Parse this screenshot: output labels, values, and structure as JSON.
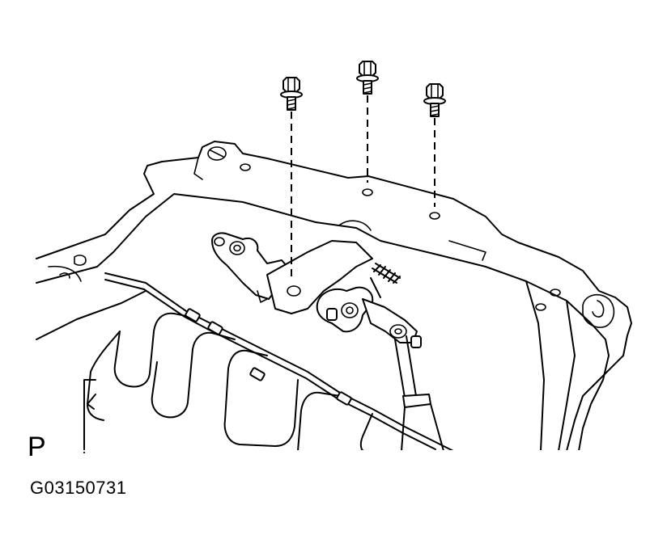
{
  "diagram": {
    "view_label": "P",
    "figure_code": "G03150731",
    "line_color": "#000000",
    "background_color": "#ffffff",
    "parts": {
      "bolts": [
        "bolt-icon",
        "bolt-icon",
        "bolt-icon"
      ],
      "frame": "seat-frame",
      "hinge": "recliner-hinge",
      "spring": "coil-spring",
      "rod": "adjuster-rod",
      "heater": "seat-heater-wire"
    }
  }
}
